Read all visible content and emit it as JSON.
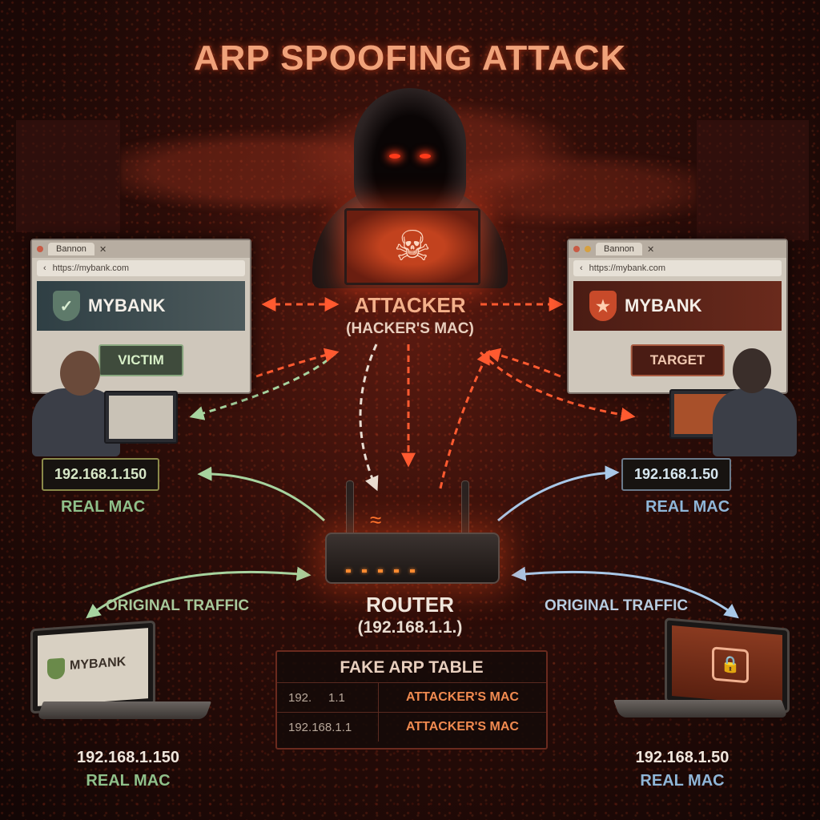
{
  "title": "ARP SPOOFING ATTACK",
  "attacker": {
    "label": "ATTACKER",
    "sub": "(HACKER'S MAC)"
  },
  "victim_browser": {
    "tab": "Bannon",
    "url": "https://mybank.com",
    "brand": "MYBANK",
    "role": "VICTIM"
  },
  "target_browser": {
    "tab": "Bannon",
    "url": "https://mybank.com",
    "brand": "MYBANK",
    "role": "TARGET"
  },
  "left_host": {
    "ip": "192.168.1.150",
    "mac_label": "REAL MAC"
  },
  "right_host": {
    "ip": "192.168.1.50",
    "mac_label": "REAL MAC"
  },
  "router": {
    "label": "ROUTER",
    "ip": "(192.168.1.1.)"
  },
  "traffic_left": "ORIGINAL TRAFFIC",
  "traffic_right": "ORIGINAL TRAFFIC",
  "arp_table": {
    "title": "FAKE ARP TABLE",
    "rows": [
      {
        "ip": "192.     1.1",
        "mac": "ATTACKER'S MAC"
      },
      {
        "ip": "192.168.1.1",
        "mac": "ATTACKER'S MAC"
      }
    ]
  },
  "bottom_left": {
    "brand": "MYBANK",
    "ip": "192.168.1.150",
    "mac_label": "REAL MAC"
  },
  "bottom_right": {
    "ip": "192.168.1.50",
    "mac_label": "REAL MAC"
  },
  "colors": {
    "attack": "#ff5a30",
    "victim": "#8fc08a",
    "target": "#8fb6d8",
    "title": "#f0a27a"
  },
  "icons": [
    "skull-crossbones-icon",
    "shield-check-icon",
    "shield-emblem-icon",
    "wifi-icon",
    "lock-icon"
  ]
}
